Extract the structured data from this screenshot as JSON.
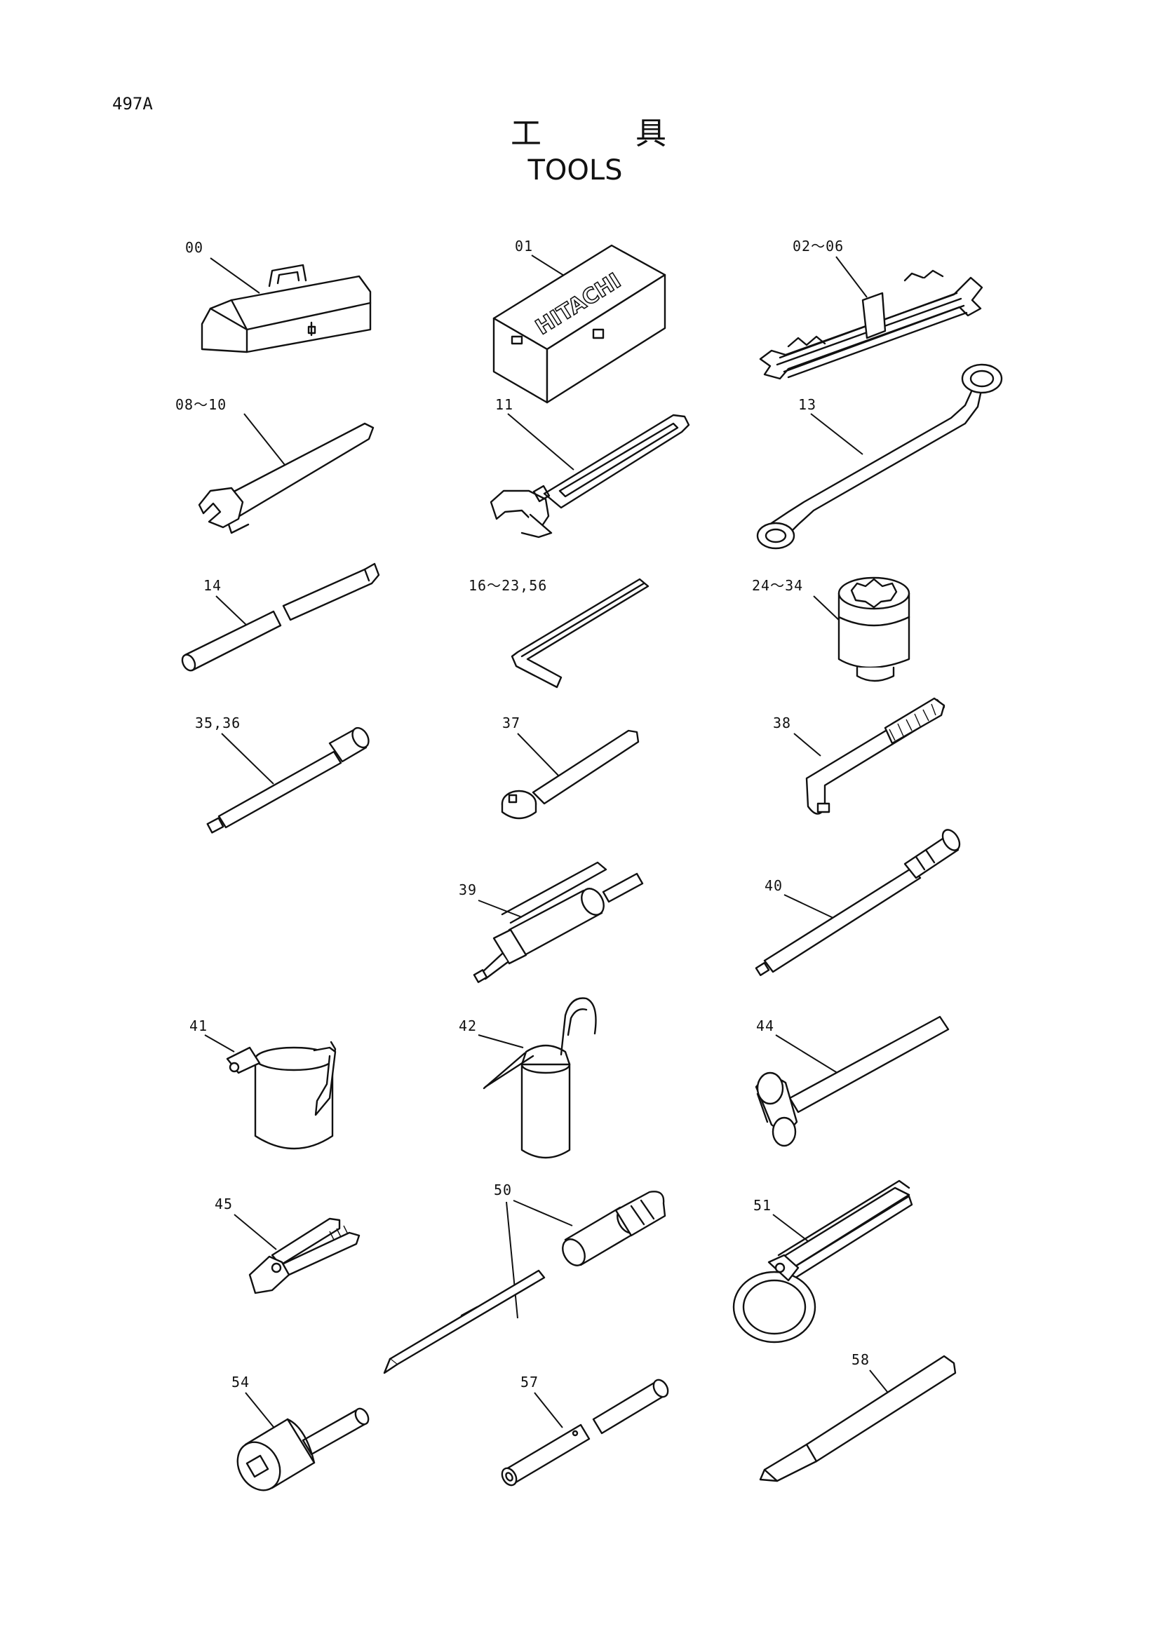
{
  "page_number": "497A",
  "title_jp": "工 具",
  "title_en": "TOOLS",
  "box_brand": "HITACHI",
  "items": [
    {
      "ref": "00",
      "icon": "tool-box-icon"
    },
    {
      "ref": "01",
      "icon": "hitachi-tool-case-icon"
    },
    {
      "ref": "02～06",
      "icon": "wrench-set-icon"
    },
    {
      "ref": "08～10",
      "icon": "open-end-spanner-icon"
    },
    {
      "ref": "11",
      "icon": "adjustable-wrench-icon"
    },
    {
      "ref": "13",
      "icon": "offset-box-wrench-icon"
    },
    {
      "ref": "14",
      "icon": "bar-icon"
    },
    {
      "ref": "16～23,56",
      "icon": "hex-key-icon"
    },
    {
      "ref": "24～34",
      "icon": "socket-icon"
    },
    {
      "ref": "35,36",
      "icon": "extension-bar-icon"
    },
    {
      "ref": "37",
      "icon": "socket-handle-icon"
    },
    {
      "ref": "38",
      "icon": "l-handle-icon"
    },
    {
      "ref": "39",
      "icon": "grease-gun-icon"
    },
    {
      "ref": "40",
      "icon": "torque-wrench-icon"
    },
    {
      "ref": "41",
      "icon": "oil-jug-icon"
    },
    {
      "ref": "42",
      "icon": "oil-can-icon"
    },
    {
      "ref": "44",
      "icon": "hammer-icon"
    },
    {
      "ref": "45",
      "icon": "pliers-icon"
    },
    {
      "ref": "50",
      "icon": "screwdriver-icon"
    },
    {
      "ref": "51",
      "icon": "filter-wrench-icon"
    },
    {
      "ref": "54",
      "icon": "adapter-icon"
    },
    {
      "ref": "57",
      "icon": "pipe-icon"
    },
    {
      "ref": "58",
      "icon": "chisel-icon"
    }
  ]
}
